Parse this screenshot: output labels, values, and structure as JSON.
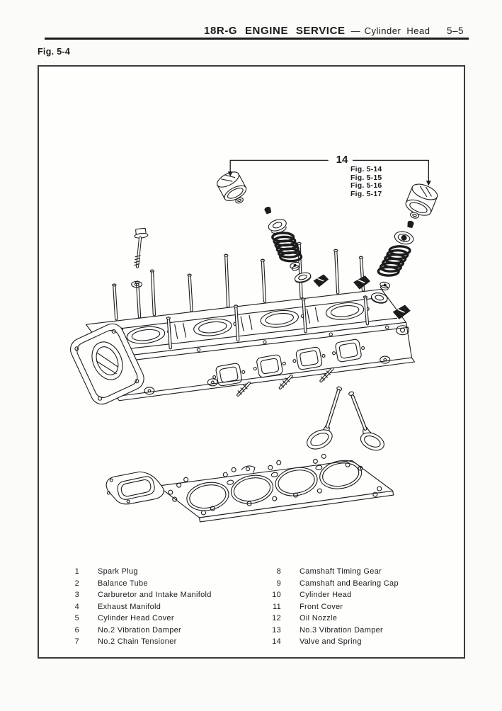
{
  "header": {
    "title": "18R-G ENGINE SERVICE",
    "separator": "—",
    "subtitle": "Cylinder Head",
    "page_number": "5–5"
  },
  "figure_label": "Fig. 5-4",
  "callout": {
    "number": "14",
    "refs": [
      "Fig. 5-14",
      "Fig. 5-15",
      "Fig. 5-16",
      "Fig. 5-17"
    ]
  },
  "parts": {
    "left": [
      {
        "num": "1",
        "name": "Spark Plug"
      },
      {
        "num": "2",
        "name": "Balance Tube"
      },
      {
        "num": "3",
        "name": "Carburetor and Intake Manifold"
      },
      {
        "num": "4",
        "name": "Exhaust Manifold"
      },
      {
        "num": "5",
        "name": "Cylinder Head Cover"
      },
      {
        "num": "6",
        "name": "No.2 Vibration Damper"
      },
      {
        "num": "7",
        "name": "No.2 Chain Tensioner"
      }
    ],
    "right": [
      {
        "num": "8",
        "name": "Camshaft Timing Gear"
      },
      {
        "num": "9",
        "name": "Camshaft and Bearing Cap"
      },
      {
        "num": "10",
        "name": "Cylinder Head"
      },
      {
        "num": "11",
        "name": "Front Cover"
      },
      {
        "num": "12",
        "name": "Oil Nozzle"
      },
      {
        "num": "13",
        "name": "No.3 Vibration Damper"
      },
      {
        "num": "14",
        "name": "Valve and Spring"
      }
    ]
  },
  "colors": {
    "ink": "#1b1b1b",
    "paper": "#fbfbf9"
  }
}
